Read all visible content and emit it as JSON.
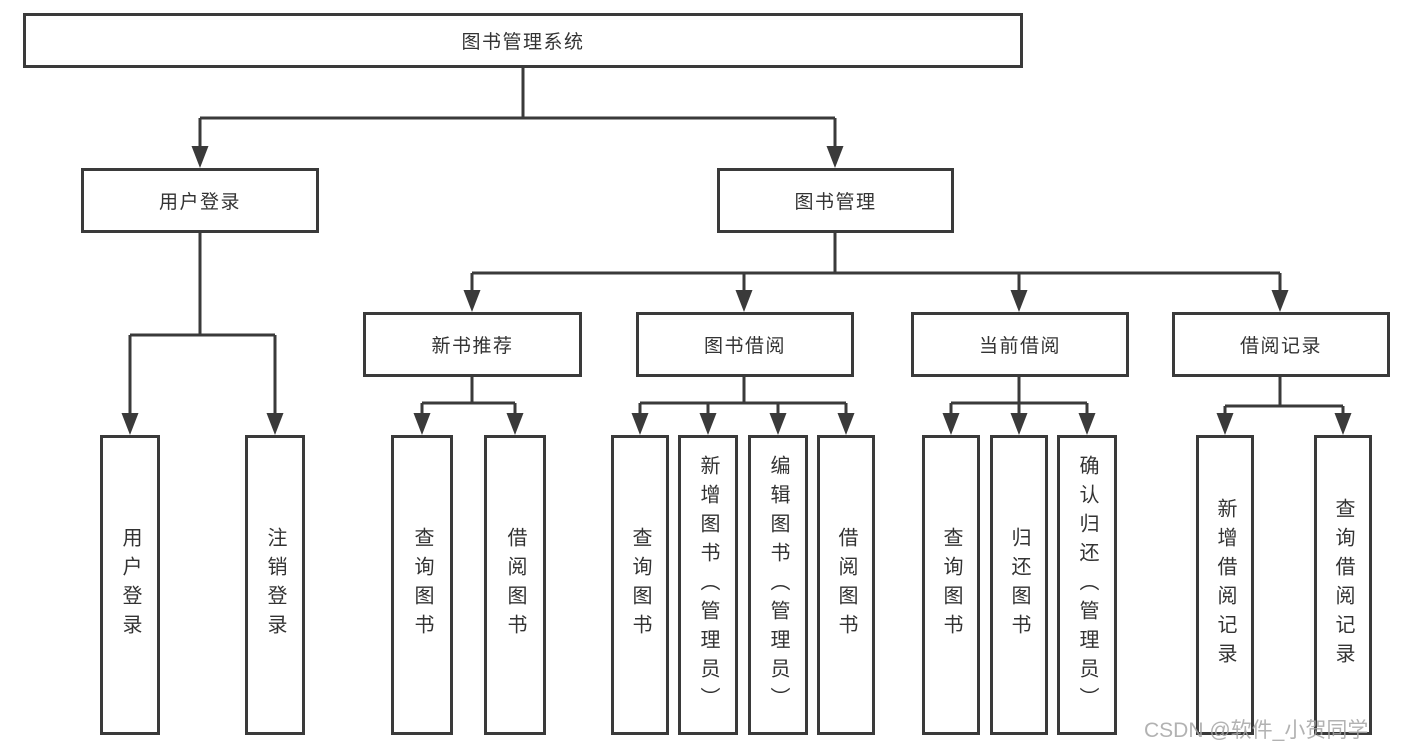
{
  "tree": {
    "label": "图书管理系统",
    "children": [
      {
        "label": "用户登录",
        "children": [
          {
            "label": "用户登录"
          },
          {
            "label": "注销登录"
          }
        ]
      },
      {
        "label": "图书管理",
        "children": [
          {
            "label": "新书推荐",
            "children": [
              {
                "label": "查询图书"
              },
              {
                "label": "借阅图书"
              }
            ]
          },
          {
            "label": "图书借阅",
            "children": [
              {
                "label": "查询图书"
              },
              {
                "label": "新增图书（管理员）"
              },
              {
                "label": "编辑图书（管理员）"
              },
              {
                "label": "借阅图书"
              }
            ]
          },
          {
            "label": "当前借阅",
            "children": [
              {
                "label": "查询图书"
              },
              {
                "label": "归还图书"
              },
              {
                "label": "确认归还（管理员）"
              }
            ]
          },
          {
            "label": "借阅记录",
            "children": [
              {
                "label": "新增借阅记录"
              },
              {
                "label": "查询借阅记录"
              }
            ]
          }
        ]
      }
    ]
  },
  "watermark": "CSDN @软件_小贺同学",
  "colors": {
    "line": "#3a3a3a",
    "box_border": "#3a3a3a",
    "text": "#333333",
    "watermark": "#a5a5a5",
    "background": "#ffffff"
  }
}
